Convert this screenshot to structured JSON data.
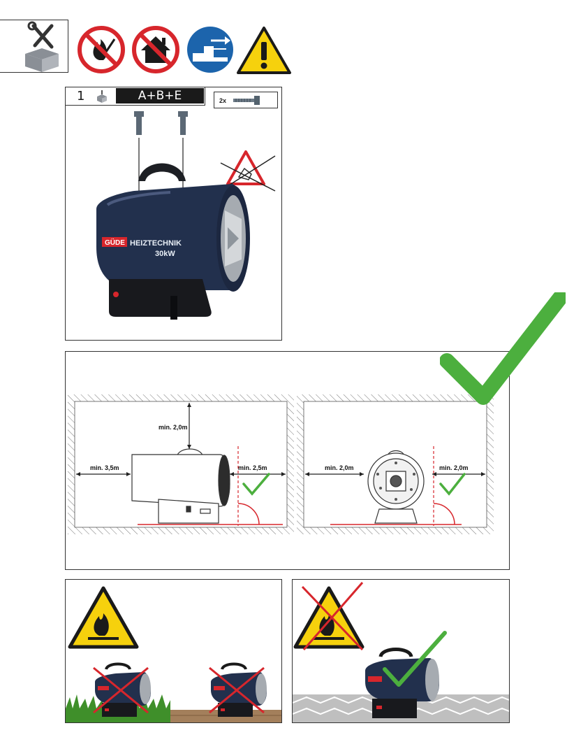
{
  "step": {
    "number": "1",
    "parts": "A+B+E",
    "screw_qty": "2x"
  },
  "brand": {
    "name": "GÜDE",
    "line": "HEIZTECHNIK",
    "power": "30kW"
  },
  "clearance_side": {
    "top": "min. 2,0m",
    "left": "min. 3,5m",
    "right": "min. 2,5m"
  },
  "clearance_front": {
    "left": "min. 2,0m",
    "right": "min. 2,0m"
  },
  "icons": [
    "tools-icon",
    "no-open-flame-icon",
    "no-indoor-use-icon",
    "ventilation-icon",
    "warning-icon"
  ],
  "colors": {
    "accent_red": "#d7262c",
    "check_green": "#4caf3e",
    "heater_blue": "#22304d",
    "warning_yellow": "#f6d10d"
  }
}
